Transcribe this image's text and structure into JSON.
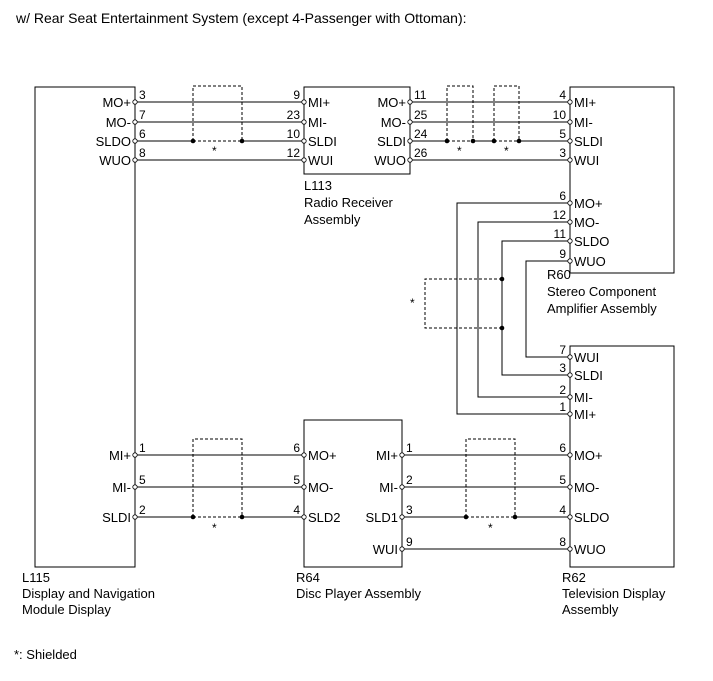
{
  "title": "w/ Rear Seat Entertainment System (except 4-Passenger with Ottoman):",
  "footnote": "*: Shielded",
  "shield_mark": "*",
  "components": {
    "L115": {
      "code": "L115",
      "name_lines": [
        "Display and Navigation",
        "Module Display"
      ]
    },
    "L113": {
      "code": "L113",
      "name_lines": [
        "Radio Receiver",
        "Assembly"
      ]
    },
    "R60": {
      "code": "R60",
      "name_lines": [
        "Stereo Component",
        "Amplifier Assembly"
      ]
    },
    "R64": {
      "code": "R64",
      "name_lines": [
        "Disc Player Assembly"
      ]
    },
    "R62": {
      "code": "R62",
      "name_lines": [
        "Television Display",
        "Assembly"
      ]
    }
  },
  "pins": {
    "l115_top": [
      {
        "label": "MO+",
        "num": "3"
      },
      {
        "label": "MO-",
        "num": "7"
      },
      {
        "label": "SLDO",
        "num": "6"
      },
      {
        "label": "WUO",
        "num": "8"
      }
    ],
    "l113_left": [
      {
        "label": "MI+",
        "num": "9"
      },
      {
        "label": "MI-",
        "num": "23"
      },
      {
        "label": "SLDI",
        "num": "10"
      },
      {
        "label": "WUI",
        "num": "12"
      }
    ],
    "l113_right": [
      {
        "label": "MO+",
        "num": "11"
      },
      {
        "label": "MO-",
        "num": "25"
      },
      {
        "label": "SLDI",
        "num": "24"
      },
      {
        "label": "WUO",
        "num": "26"
      }
    ],
    "r60_in": [
      {
        "label": "MI+",
        "num": "4"
      },
      {
        "label": "MI-",
        "num": "10"
      },
      {
        "label": "SLDI",
        "num": "5"
      },
      {
        "label": "WUI",
        "num": "3"
      }
    ],
    "r60_out": [
      {
        "label": "MO+",
        "num": "6"
      },
      {
        "label": "MO-",
        "num": "12"
      },
      {
        "label": "SLDO",
        "num": "11"
      },
      {
        "label": "WUO",
        "num": "9"
      }
    ],
    "r62_top": [
      {
        "label": "WUI",
        "num": "7"
      },
      {
        "label": "SLDI",
        "num": "3"
      },
      {
        "label": "MI-",
        "num": "2"
      },
      {
        "label": "MI+",
        "num": "1"
      }
    ],
    "r62_bottom": [
      {
        "label": "MO+",
        "num": "6"
      },
      {
        "label": "MO-",
        "num": "5"
      },
      {
        "label": "SLDO",
        "num": "4"
      },
      {
        "label": "WUO",
        "num": "8"
      }
    ],
    "l115_bottom": [
      {
        "label": "MI+",
        "num": "1"
      },
      {
        "label": "MI-",
        "num": "5"
      },
      {
        "label": "SLDI",
        "num": "2"
      }
    ],
    "r64_left": [
      {
        "label": "MO+",
        "num": "6"
      },
      {
        "label": "MO-",
        "num": "5"
      },
      {
        "label": "SLD2",
        "num": "4"
      }
    ],
    "r64_right": [
      {
        "label": "MI+",
        "num": "1"
      },
      {
        "label": "MI-",
        "num": "2"
      },
      {
        "label": "SLD1",
        "num": "3"
      },
      {
        "label": "WUI",
        "num": "9"
      }
    ]
  }
}
